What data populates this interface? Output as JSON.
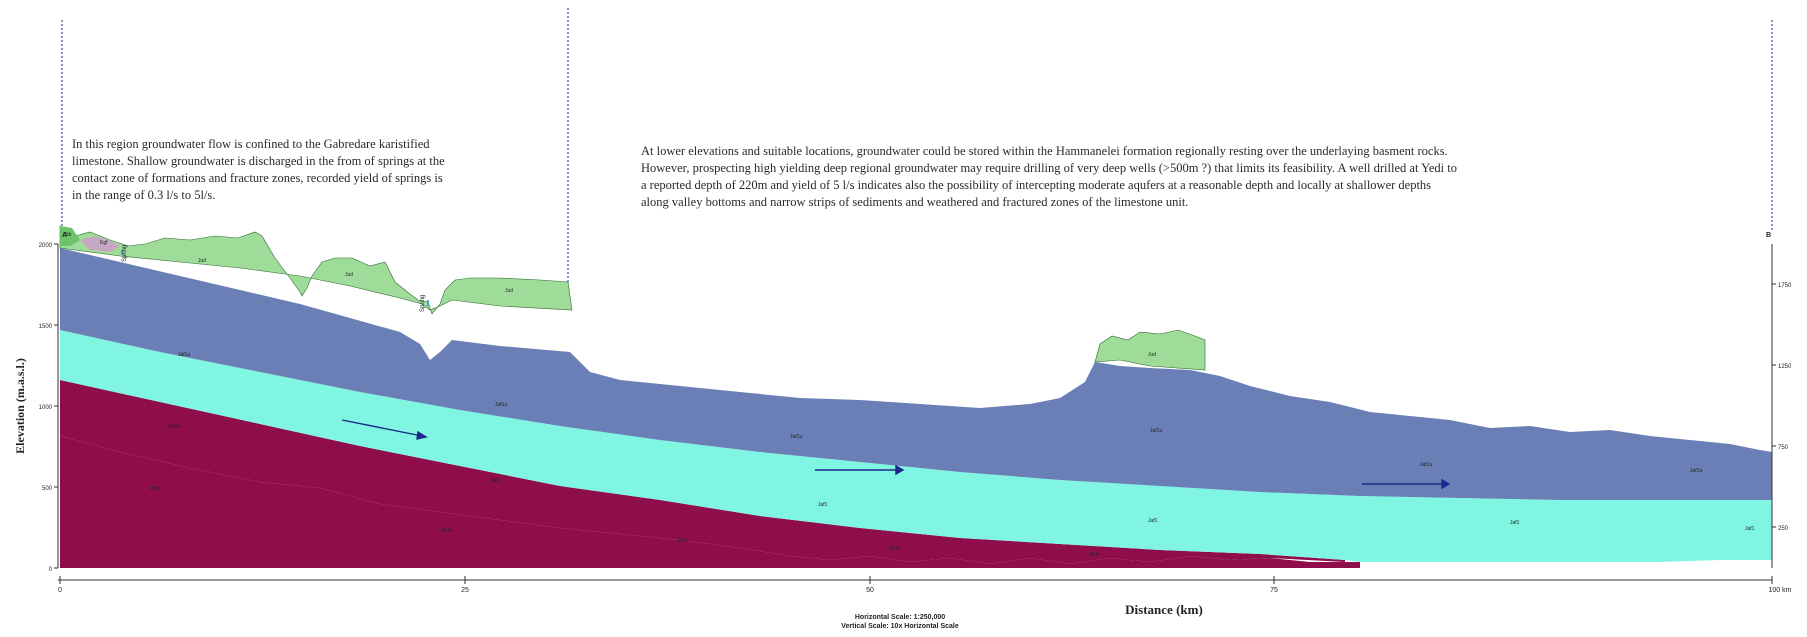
{
  "notes": {
    "left": "In this region groundwater flow is confined to the Gabredare karistified\nlimestone. Shallow groundwater is discharged in the from of springs at the\ncontact zone of formations and fracture zones, recorded yield of springs is\nin the range of 0.3 l/s to 5l/s.",
    "right": "At lower elevations and suitable locations, groundwater could be stored within the Hammanelei formation regionally resting over the underlaying basment rocks.\nHowever, prospecting high yielding deep regional groundwater may require drilling of very deep wells (>500m ?) that limits its feasibility. A well drilled at Yedi to\na reported depth of 220m and yield of 5 l/s indicates also the possibility of intercepting moderate aqufers at a reasonable depth and locally at shallower depths\nalong valley bottoms and narrow strips of sediments and weathered and fractured zones of the limestone unit."
  },
  "section": {
    "end_a": "A",
    "end_b": "B",
    "y_axis_title": "Elevation (m.a.s.l.)",
    "x_axis_title": "Distance (km)",
    "left_ticks": [
      "2000",
      "1500",
      "1000",
      "500",
      "0"
    ],
    "right_ticks": [
      "1750",
      "1250",
      "750",
      "250"
    ],
    "x_ticks": [
      "0",
      "25",
      "50",
      "75",
      "100 km"
    ],
    "scale_horizontal": "Horizontal Scale: 1:250,000",
    "scale_vertical": "Vertical Scale: 10x Horizontal Scale",
    "spring_labels": [
      "Spring",
      "Spring"
    ],
    "colors": {
      "gabredare": "#9fdc9a",
      "limestone_blue": "#6a7fb6",
      "sandstone_cyan": "#7ff5e2",
      "basement": "#8e0d4a",
      "small_patch": "#c7a6c2",
      "spring": "#3aa6e0",
      "arrow": "#1b2a8a"
    }
  },
  "unit_labels": {
    "top_green": [
      "Jud",
      "Jud",
      "Jud",
      "Jud"
    ],
    "blue": [
      "Jaf1u",
      "Jaf1u",
      "Jaf1u",
      "Jaf1u",
      "Jaf1u",
      "Jaf1u"
    ],
    "cyan": [
      "Jaf1u",
      "Jaf1",
      "Jaf1",
      "Jaf1",
      "Jaf1",
      "Jaf1"
    ],
    "basement": [
      "Pzlu",
      "Pzlu",
      "Pzlu",
      "Pzlu",
      "Pzlu"
    ],
    "small": [
      "Nb",
      "Kgf"
    ]
  }
}
